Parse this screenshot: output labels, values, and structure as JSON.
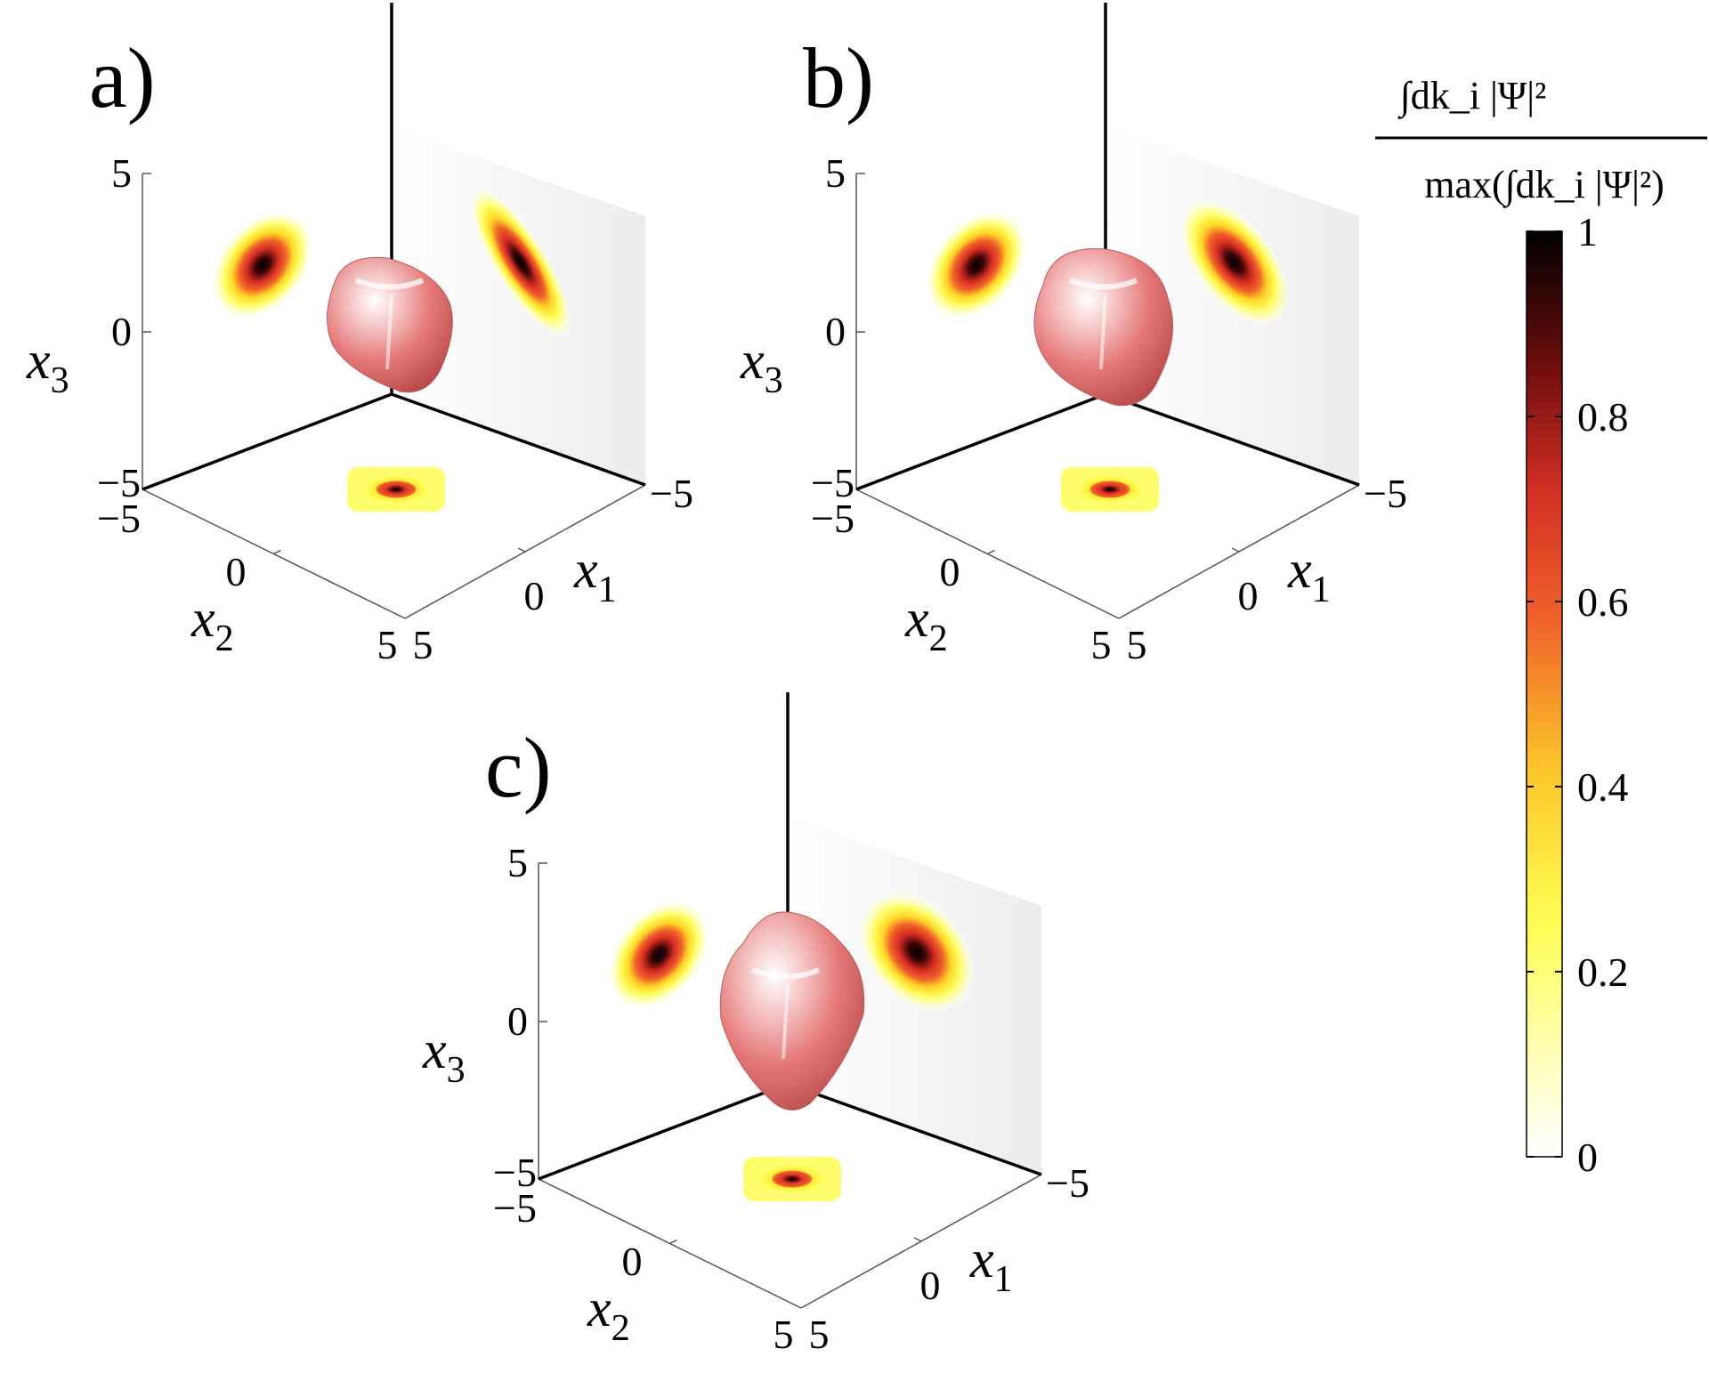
{
  "chart_data": {
    "type": "3d-isosurface-with-projections",
    "panels": [
      {
        "label": "a)",
        "isosurface_color": "#e8797a",
        "shape": "rounded-cube",
        "axes": {
          "x1": {
            "label": "x",
            "sub": "1",
            "ticks": [
              "−5",
              "0",
              "5"
            ],
            "lim": [
              -5,
              5
            ]
          },
          "x2": {
            "label": "x",
            "sub": "2",
            "ticks": [
              "−5",
              "0",
              "5"
            ],
            "lim": [
              -5,
              5
            ]
          },
          "x3": {
            "label": "x",
            "sub": "3",
            "ticks": [
              "−5",
              "0",
              "5"
            ],
            "lim": [
              -5,
              5
            ]
          }
        },
        "projections": [
          {
            "plane": "x2-x3",
            "center": [
              0,
              2
            ],
            "orientation_deg": -35,
            "peak": 1.0
          },
          {
            "plane": "x1-x3",
            "center": [
              0,
              2
            ],
            "orientation_deg": 55,
            "peak": 1.0
          },
          {
            "plane": "x1-x2",
            "center": [
              0,
              0
            ],
            "orientation_deg": 0,
            "peak": 1.0
          }
        ]
      },
      {
        "label": "b)",
        "isosurface_color": "#e8797a",
        "shape": "rounded-octahedral-cube",
        "axes": {
          "x1": {
            "label": "x",
            "sub": "1",
            "ticks": [
              "−5",
              "0",
              "5"
            ],
            "lim": [
              -5,
              5
            ]
          },
          "x2": {
            "label": "x",
            "sub": "2",
            "ticks": [
              "−5",
              "0",
              "5"
            ],
            "lim": [
              -5,
              5
            ]
          },
          "x3": {
            "label": "x",
            "sub": "3",
            "ticks": [
              "−5",
              "0",
              "5"
            ],
            "lim": [
              -5,
              5
            ]
          }
        },
        "projections": [
          {
            "plane": "x2-x3",
            "center": [
              0,
              2
            ],
            "orientation_deg": -35,
            "peak": 1.0
          },
          {
            "plane": "x1-x3",
            "center": [
              0,
              2
            ],
            "orientation_deg": 40,
            "peak": 1.0
          },
          {
            "plane": "x1-x2",
            "center": [
              0,
              0
            ],
            "orientation_deg": 0,
            "peak": 1.0
          }
        ]
      },
      {
        "label": "c)",
        "isosurface_color": "#e8797a",
        "shape": "rounded-octahedron",
        "axes": {
          "x1": {
            "label": "x",
            "sub": "1",
            "ticks": [
              "−5",
              "0",
              "5"
            ],
            "lim": [
              -5,
              5
            ]
          },
          "x2": {
            "label": "x",
            "sub": "2",
            "ticks": [
              "−5",
              "0",
              "5"
            ],
            "lim": [
              -5,
              5
            ]
          },
          "x3": {
            "label": "x",
            "sub": "3",
            "ticks": [
              "−5",
              "0",
              "5"
            ],
            "lim": [
              -5,
              5
            ]
          }
        },
        "projections": [
          {
            "plane": "x2-x3",
            "center": [
              0,
              2
            ],
            "orientation_deg": -30,
            "peak": 1.0
          },
          {
            "plane": "x1-x3",
            "center": [
              0,
              2
            ],
            "orientation_deg": 30,
            "peak": 1.0
          },
          {
            "plane": "x1-x2",
            "center": [
              0,
              0
            ],
            "orientation_deg": 0,
            "peak": 1.0
          }
        ]
      }
    ],
    "colorbar": {
      "title_numerator": "∫dk_i |Ψ|²",
      "title_denominator": "max(∫dk_i |Ψ|²)",
      "range": [
        0,
        1
      ],
      "ticks": [
        "0",
        "0.2",
        "0.4",
        "0.6",
        "0.8",
        "1"
      ],
      "tick_values": [
        0,
        0.2,
        0.4,
        0.6,
        0.8,
        1
      ],
      "colormap": "afmhot_r",
      "stops": [
        "#ffffff",
        "#ffff66",
        "#ffd21a",
        "#f07a1f",
        "#e23a22",
        "#8a0c0c",
        "#000000"
      ]
    }
  }
}
